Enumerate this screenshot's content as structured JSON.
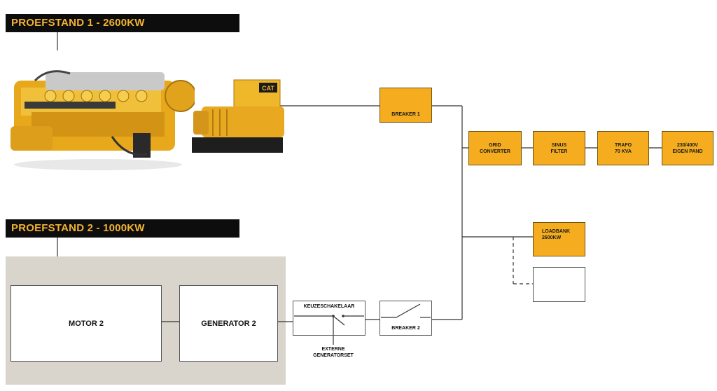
{
  "test_bench_1": {
    "title": "PROEFSTAND 1 - 2600KW",
    "breaker": "BREAKER 1",
    "grid_converter": "GRID\nCONVERTER",
    "sinus_filter": "SINUS\nFILTER",
    "trafo": "TRAFO\n70 KVA",
    "building": "230/400V\nEIGEN PAND",
    "loadbank": "LOADBANK\n2600KW",
    "generator_brand": "CAT"
  },
  "test_bench_2": {
    "title": "PROEFSTAND 2 - 1000KW",
    "motor": "MOTOR 2",
    "generator": "GENERATOR 2",
    "selector_switch": "KEUZESCHAKELAAR",
    "breaker": "BREAKER 2",
    "external_genset": "EXTERNE\nGENERATORSET"
  },
  "colors": {
    "accent_orange": "#f5ad1f",
    "title_bar": "#0d0d0d",
    "title_text": "#f2b233",
    "panel_grey": "#d9d5cd"
  }
}
